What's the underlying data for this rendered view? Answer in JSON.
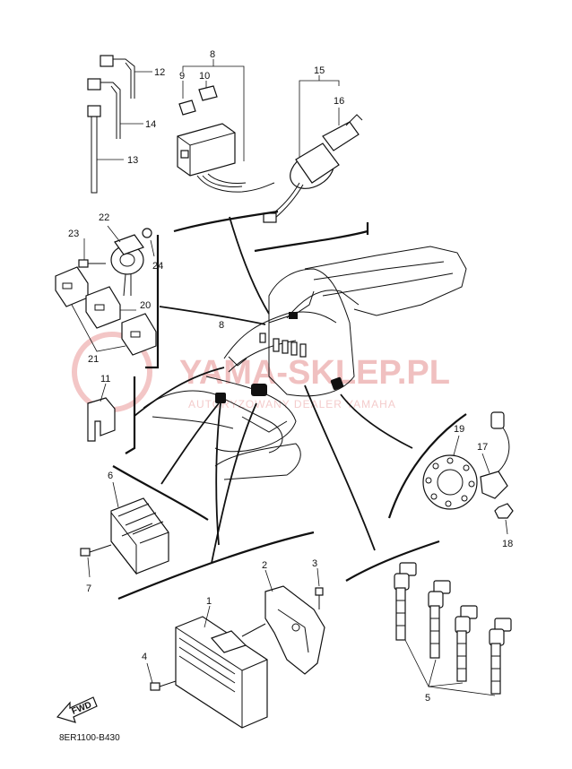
{
  "diagram_code": "8ER1100-B430",
  "watermark": {
    "main": "YAMA-SKLEP.PL",
    "sub": "AUTORYZOWANY DEALER YAMAHA"
  },
  "fwd_label": "FWD",
  "part_numbers": {
    "p1": "1",
    "p2": "2",
    "p3": "3",
    "p4": "4",
    "p5": "5",
    "p6": "6",
    "p7": "7",
    "p8": "8",
    "p8b": "8",
    "p9": "9",
    "p10": "10",
    "p11": "11",
    "p12": "12",
    "p13": "13",
    "p14": "14",
    "p15": "15",
    "p16": "16",
    "p17": "17",
    "p18": "18",
    "p19": "19",
    "p20": "20",
    "p21": "21",
    "p22": "22",
    "p23": "23",
    "p24": "24"
  }
}
